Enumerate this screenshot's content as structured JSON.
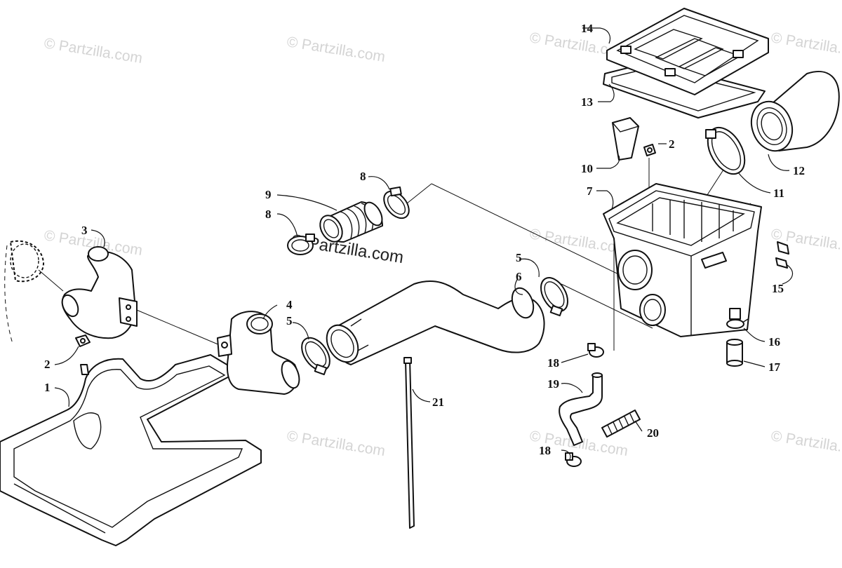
{
  "watermark": "© Partzilla.com",
  "callouts": {
    "c1": "1",
    "c2a": "2",
    "c2b": "2",
    "c3": "3",
    "c4": "4",
    "c5a": "5",
    "c5b": "5",
    "c6": "6",
    "c7": "7",
    "c8a": "8",
    "c8b": "8",
    "c9": "9",
    "c10": "10",
    "c11": "11",
    "c12": "12",
    "c13": "13",
    "c14": "14",
    "c15": "15",
    "c16": "16",
    "c17": "17",
    "c18a": "18",
    "c18b": "18",
    "c19": "19",
    "c20": "20",
    "c21": "21"
  }
}
